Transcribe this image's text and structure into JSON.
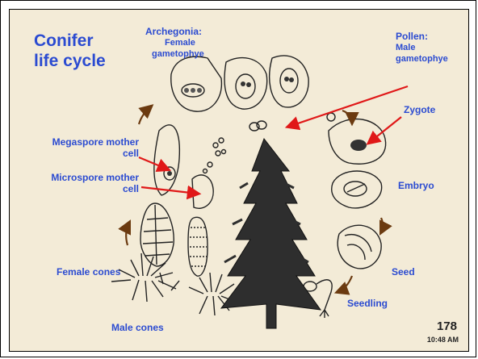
{
  "title": {
    "line1": "Conifer",
    "line2": "life cycle"
  },
  "labels": {
    "archegonia": [
      "Archegonia:",
      "Female",
      "gametophye"
    ],
    "pollen": [
      "Pollen:",
      "Male",
      "gametophye"
    ],
    "zygote": "Zygote",
    "megaspore": [
      "Megaspore mother",
      "cell"
    ],
    "microspore": [
      "Microspore mother",
      "cell"
    ],
    "embryo": "Embryo",
    "seed": "Seed",
    "seedling": "Seedling",
    "female_cones": "Female cones",
    "male_cones": "Male cones"
  },
  "footer": {
    "slide_number": "178",
    "time": "10:48 AM"
  },
  "colors": {
    "label_text": "#2b4bd1",
    "panel_background": "#f3ebd7",
    "pointer_arrow": "#e01818",
    "cycle_arrow": "#6b3a10"
  }
}
